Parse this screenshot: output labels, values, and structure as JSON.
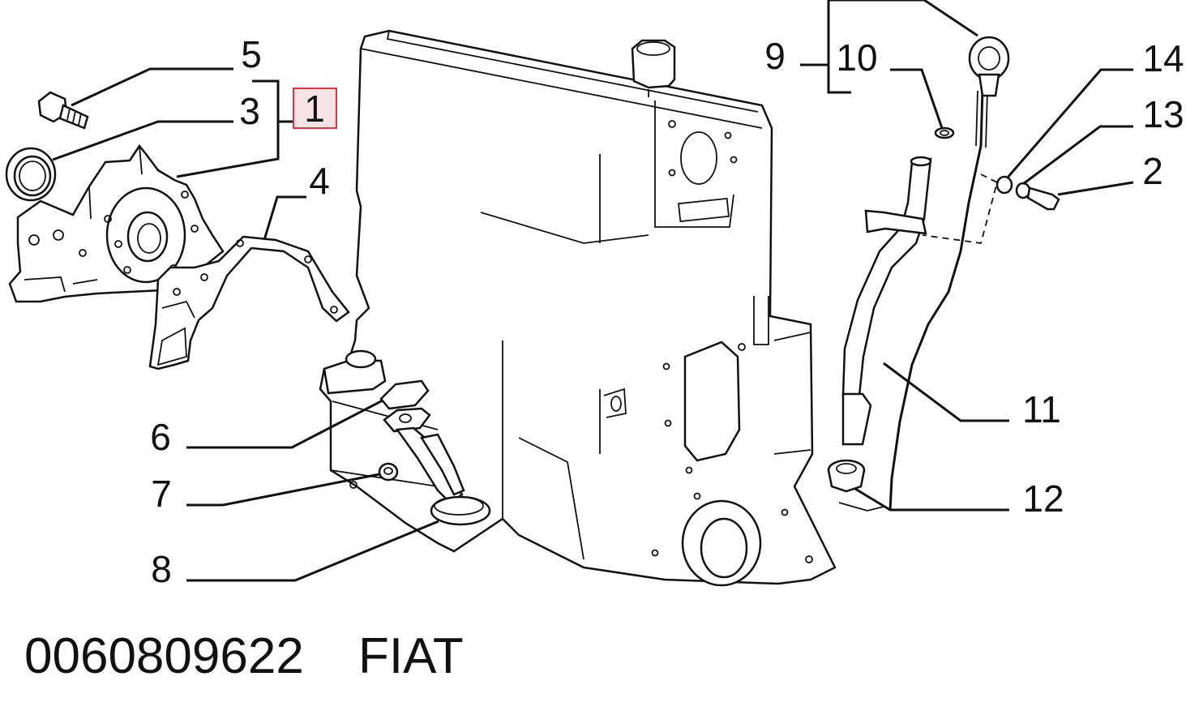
{
  "callouts": {
    "c1": "1",
    "c2": "2",
    "c3": "3",
    "c4": "4",
    "c5": "5",
    "c6": "6",
    "c7": "7",
    "c8": "8",
    "c9": "9",
    "c10": "10",
    "c11": "11",
    "c12": "12",
    "c13": "13",
    "c14": "14"
  },
  "footer": {
    "part_number": "0060809622",
    "brand": "FIAT"
  },
  "colors": {
    "highlight_border": "#e0343f",
    "highlight_fill": "#f7e3e6",
    "line": "#111111"
  }
}
